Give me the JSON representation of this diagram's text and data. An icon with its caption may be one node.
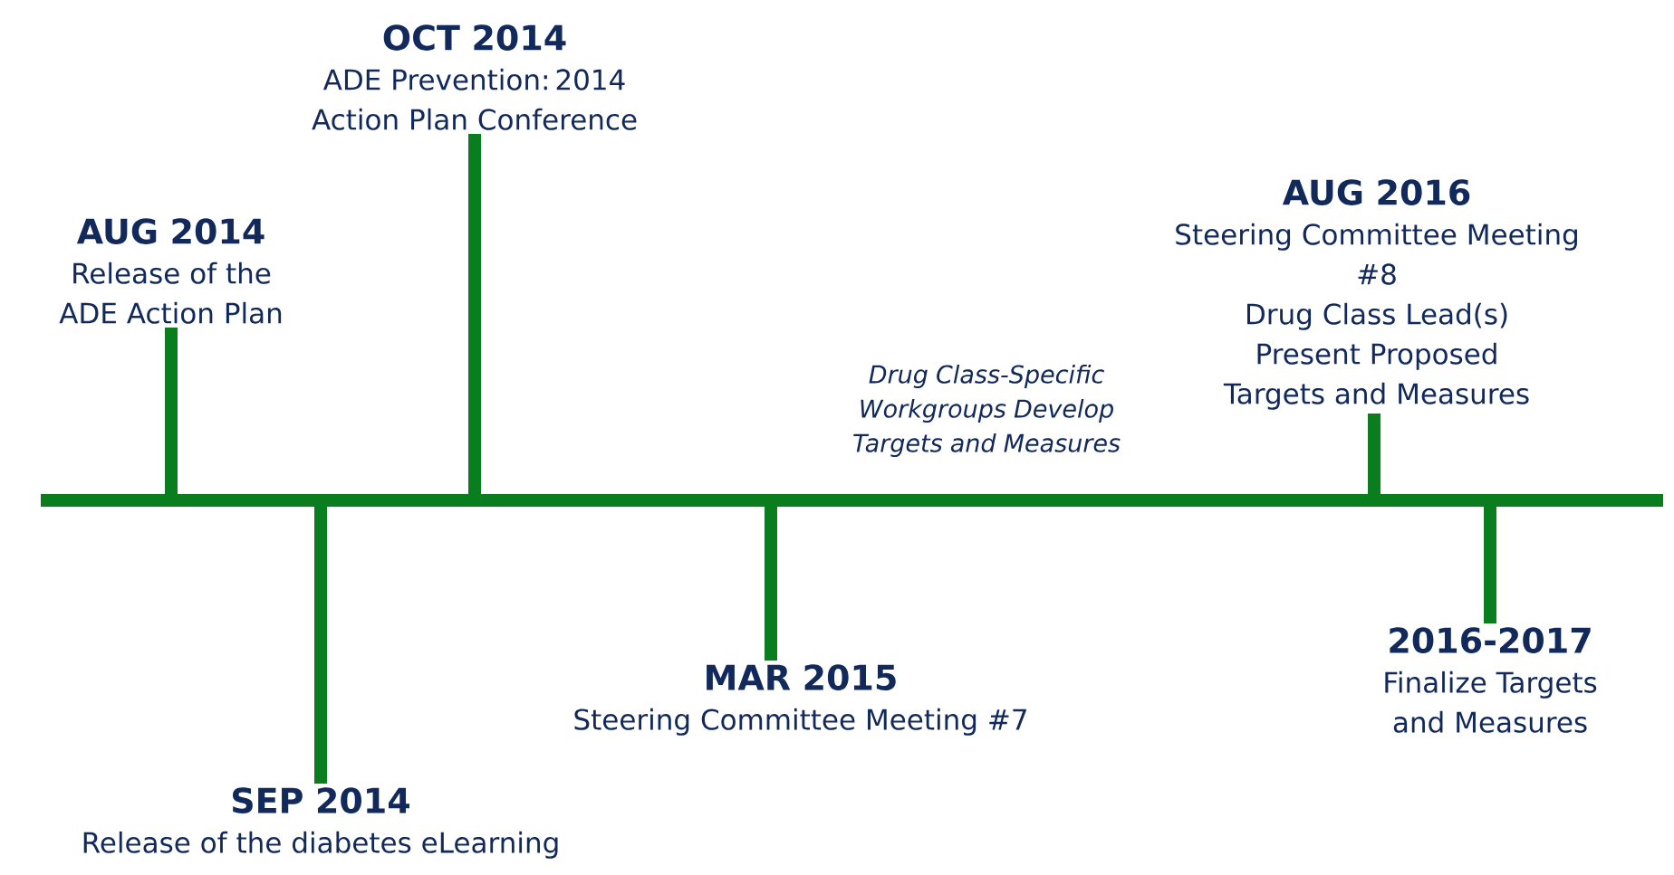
{
  "diagram": {
    "nodes": [
      {
        "text": [],
        "shape": "bar"
      },
      {
        "text": [
          "AUG 2014",
          "Release of the ADE Action Plan"
        ]
      },
      {
        "text": [
          "SEP 2014",
          "Release of the diabetes eLearning"
        ]
      },
      {
        "text": [
          "OCT 2014",
          "ADE Prevention: 2014 Action Plan Conference"
        ]
      },
      {
        "text": [
          "MAR 2015",
          "Steering Committee Meeting #7"
        ]
      },
      {
        "text": [
          "AUG 2016",
          "Steering Committee Meeting #8",
          "Drug Class Lead(s) Present Proposed Targets and Measures"
        ]
      },
      {
        "text": [
          "2016-2017",
          "Finalize Targets and Measures"
        ]
      }
    ],
    "edges": [
      {
        "from": 0,
        "to": 1,
        "arrow": "none"
      },
      {
        "from": 0,
        "to": 2,
        "arrow": "none"
      },
      {
        "from": 0,
        "to": 3,
        "arrow": "none"
      },
      {
        "from": 0,
        "to": 4,
        "arrow": "none"
      },
      {
        "from": 0,
        "to": 5,
        "arrow": "none"
      },
      {
        "from": 0,
        "to": 6,
        "arrow": "none"
      }
    ],
    "labels": [
      "Drug Class-Specific Workgroups Develop Targets and Measures"
    ]
  }
}
